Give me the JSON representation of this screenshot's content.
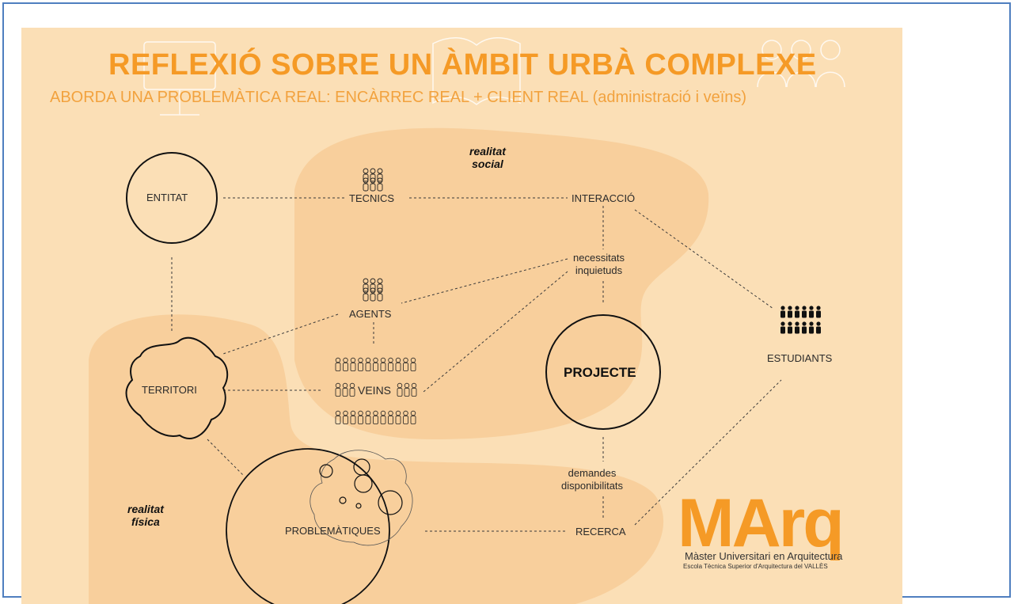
{
  "poster": {
    "title": "REFLEXIÓ SOBRE UN ÀMBIT URBÀ COMPLEXE",
    "subtitle": "ABORDA UNA PROBLEMÀTICA REAL: ENCÀRREC REAL + CLIENT REAL (administració i veïns)"
  },
  "zones": {
    "social_line1": "realitat",
    "social_line2": "social",
    "fisica_line1": "realitat",
    "fisica_line2": "física"
  },
  "nodes": {
    "entitat": "ENTITAT",
    "tecnics": "TECNICS",
    "interaccio": "INTERACCIÓ",
    "necessitats_line1": "necessitats",
    "necessitats_line2": "inquietuds",
    "agents": "AGENTS",
    "veins": "VEINS",
    "territori": "TERRITORI",
    "projecte": "PROJECTE",
    "estudiants": "ESTUDIANTS",
    "demandes_line1": "demandes",
    "demandes_line2": "disponibilitats",
    "problematiques": "PROBLEMÀTIQUES",
    "recerca": "RECERCA"
  },
  "logo": {
    "mark": "MArq",
    "line1": "Màster Universitari en Arquitectura",
    "line2": "Escola Tècnica Superior d'Arquitectura del VALLÈS"
  },
  "colors": {
    "accent": "#f59a26",
    "background": "#fbdfb6",
    "zone": "#f7ca93",
    "frame": "#4f7fbf"
  }
}
